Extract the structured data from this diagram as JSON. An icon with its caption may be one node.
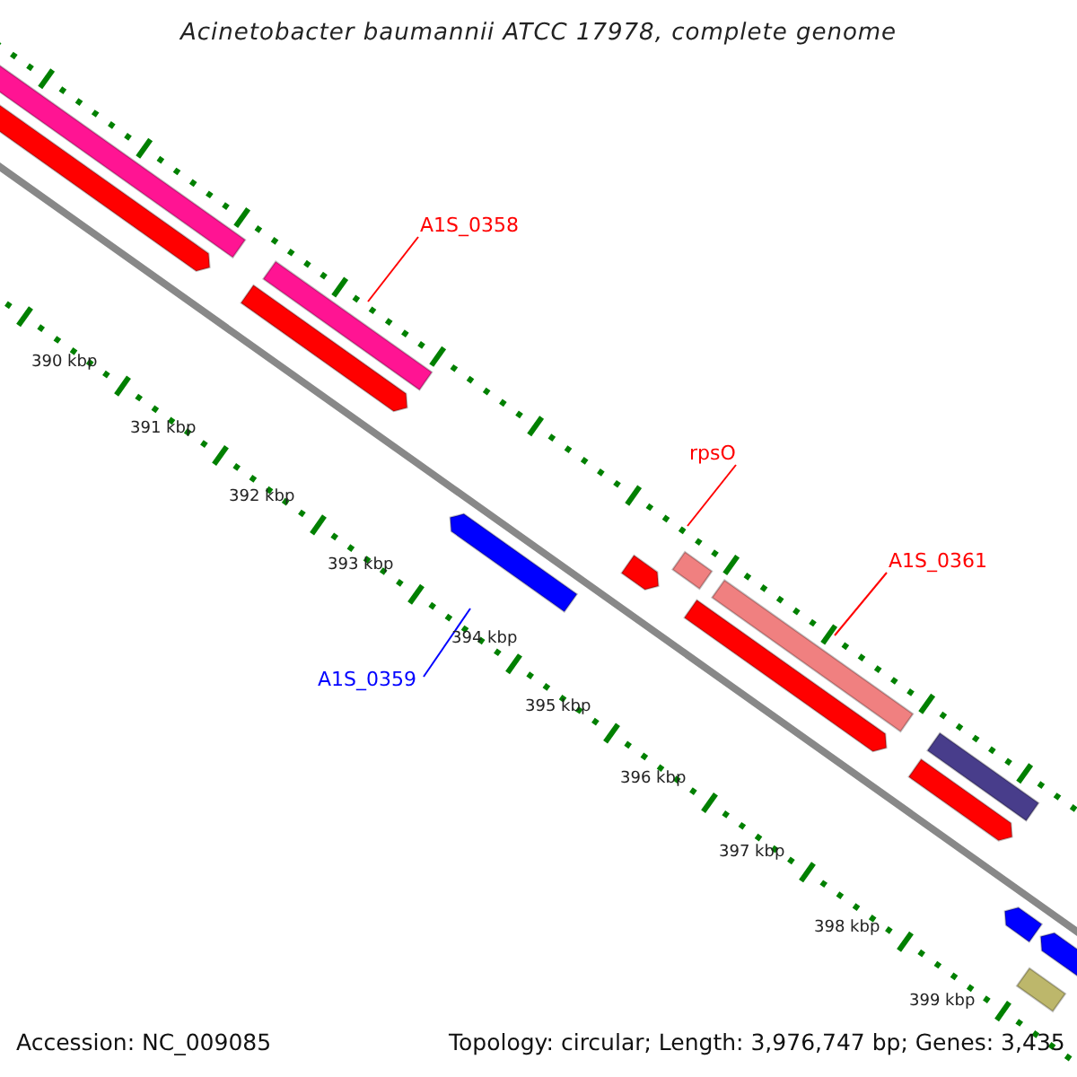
{
  "diagram": {
    "title": "Acinetobacter baumannii ATCC 17978, complete genome",
    "nodes": [
      {
        "text": [
          "A1S_0358"
        ]
      },
      {
        "text": [
          "rpsO"
        ]
      },
      {
        "text": [
          "A1S_0361"
        ]
      },
      {
        "text": [
          "A1S_0359"
        ]
      },
      {
        "text": [],
        "shape": "bar"
      },
      {
        "text": [],
        "shape": "bar"
      },
      {
        "text": [],
        "shape": "bar"
      },
      {
        "text": [],
        "shape": "bar"
      },
      {
        "text": [],
        "shape": "bar"
      },
      {
        "text": [],
        "shape": "bar"
      },
      {
        "text": [],
        "shape": "bar"
      },
      {
        "text": [],
        "shape": "bar"
      },
      {
        "text": [],
        "shape": "bar"
      },
      {
        "text": [],
        "shape": "bar"
      },
      {
        "text": [],
        "shape": "bar"
      },
      {
        "text": [],
        "shape": "bar"
      },
      {
        "text": [],
        "shape": "bar"
      },
      {
        "text": [],
        "shape": "bar"
      }
    ],
    "edges": [
      {
        "from": 0,
        "to": 7,
        "arrow": "none"
      },
      {
        "from": 1,
        "to": 10,
        "arrow": "none"
      },
      {
        "from": 2,
        "to": 12,
        "arrow": "none"
      },
      {
        "from": 3,
        "to": 8,
        "arrow": "none",
        "color": "#0000ff"
      }
    ],
    "labels": [
      "390 kbp",
      "391 kbp",
      "392 kbp",
      "393 kbp",
      "394 kbp",
      "395 kbp",
      "396 kbp",
      "397 kbp",
      "398 kbp",
      "399 kbp",
      "Accession: NC_009085",
      "Topology: circular; Length: 3,976,747 bp; Genes: 3,435"
    ]
  }
}
